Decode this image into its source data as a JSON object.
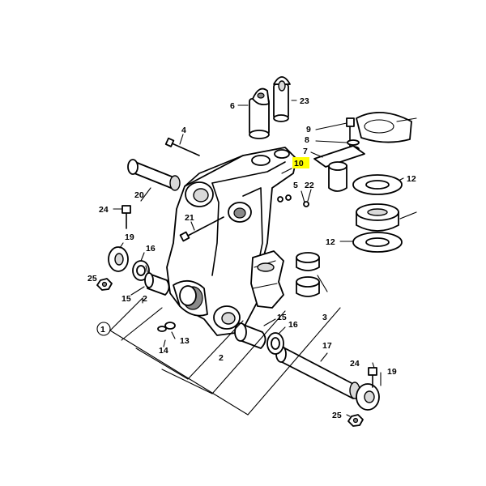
{
  "diagram": {
    "highlight_color": "#ffff00",
    "highlighted_label": "10",
    "labels": {
      "l1": "1",
      "l2a": "2",
      "l2b": "2",
      "l3": "3",
      "l4": "4",
      "l5": "5",
      "l6": "6",
      "l7": "7",
      "l8": "8",
      "l9": "9",
      "l10": "10",
      "l12a": "12",
      "l12b": "12",
      "l13": "13",
      "l14": "14",
      "l15a": "15",
      "l15b": "15",
      "l16a": "16",
      "l16b": "16",
      "l17": "17",
      "l19a": "19",
      "l19b": "19",
      "l20": "20",
      "l21": "21",
      "l22": "22",
      "l23": "23",
      "l24a": "24",
      "l24b": "24",
      "l25a": "25",
      "l25b": "25"
    }
  }
}
